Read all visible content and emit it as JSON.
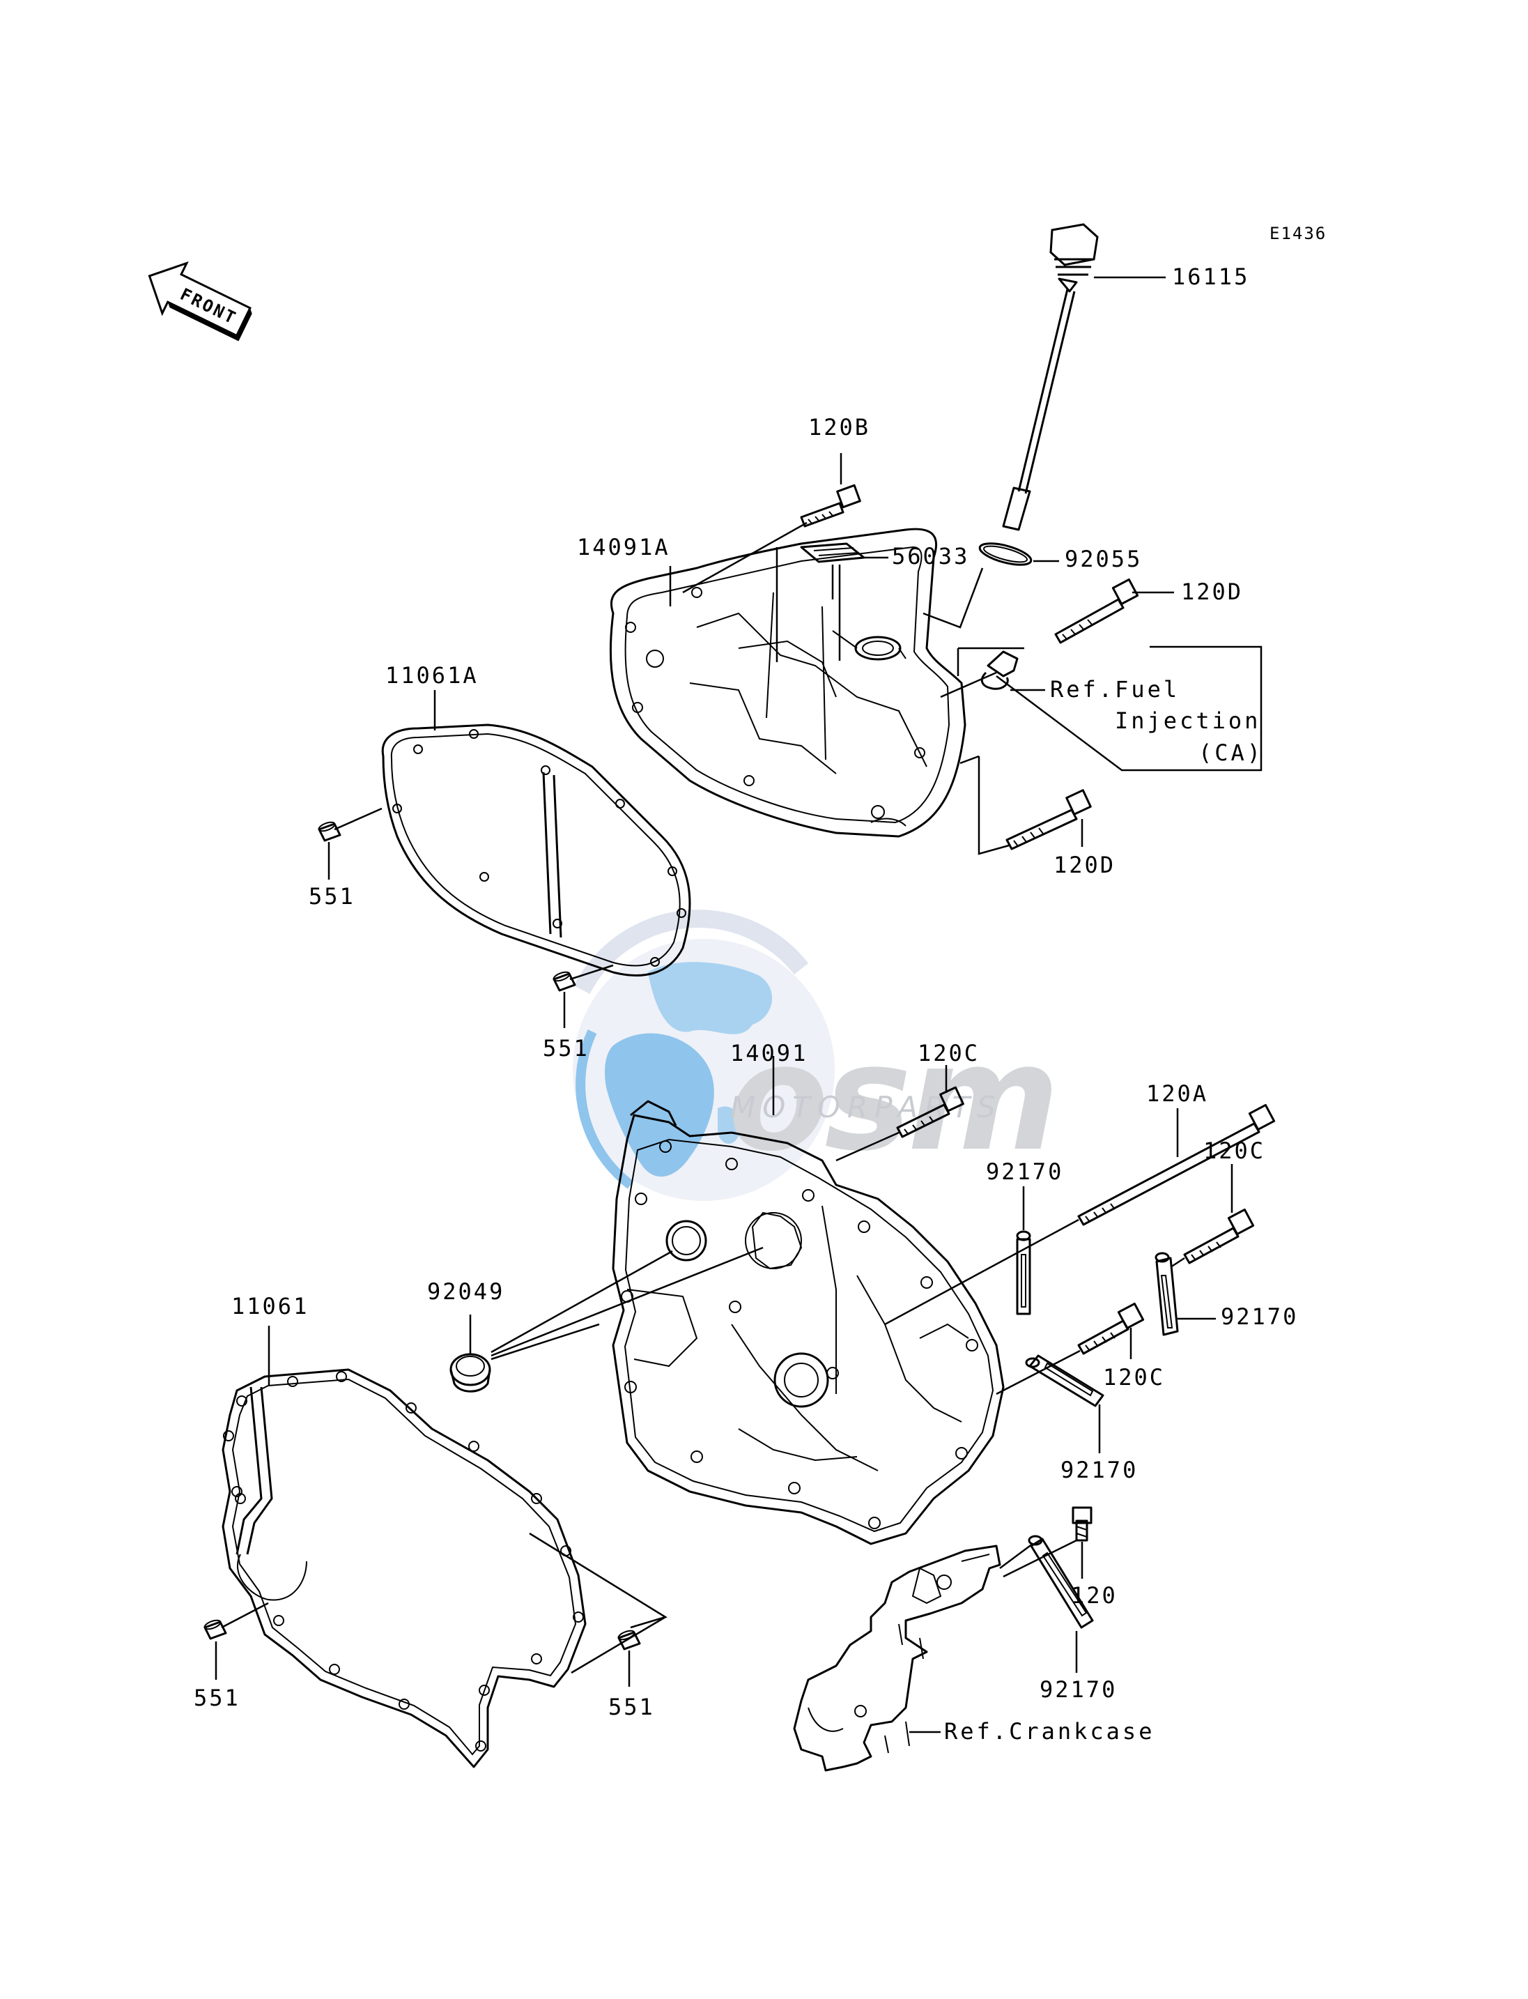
{
  "diagram_code": "E1436",
  "front_label": "FRONT",
  "watermark": {
    "logo": "osm",
    "tagline": "MOTORPARTS",
    "colors": {
      "globe_blue": "#8fc4ec",
      "globe_light": "#e6ecf6",
      "text_gray": "#c8ccd2"
    }
  },
  "parts": [
    {
      "id": "16115",
      "label": "16115"
    },
    {
      "id": "120B",
      "label": "120B"
    },
    {
      "id": "14091A",
      "label": "14091A"
    },
    {
      "id": "56033",
      "label": "56033"
    },
    {
      "id": "92055",
      "label": "92055"
    },
    {
      "id": "120D-upper",
      "label": "120D"
    },
    {
      "id": "11061A",
      "label": "11061A"
    },
    {
      "id": "551-a",
      "label": "551"
    },
    {
      "id": "120D-lower",
      "label": "120D"
    },
    {
      "id": "551-b",
      "label": "551"
    },
    {
      "id": "120C-top",
      "label": "120C"
    },
    {
      "id": "14091",
      "label": "14091"
    },
    {
      "id": "120A",
      "label": "120A"
    },
    {
      "id": "92170-a",
      "label": "92170"
    },
    {
      "id": "120C-right",
      "label": "120C"
    },
    {
      "id": "92049",
      "label": "92049"
    },
    {
      "id": "11061",
      "label": "11061"
    },
    {
      "id": "92170-b",
      "label": "92170"
    },
    {
      "id": "120C-mid",
      "label": "120C"
    },
    {
      "id": "92170-c",
      "label": "92170"
    },
    {
      "id": "120",
      "label": "120"
    },
    {
      "id": "551-c",
      "label": "551"
    },
    {
      "id": "551-d",
      "label": "551"
    },
    {
      "id": "92170-d",
      "label": "92170"
    }
  ],
  "references": {
    "fuel_injection_line1": "Ref.Fuel",
    "fuel_injection_line2": "Injection",
    "fuel_injection_line3": "(CA)",
    "crankcase": "Ref.Crankcase"
  }
}
